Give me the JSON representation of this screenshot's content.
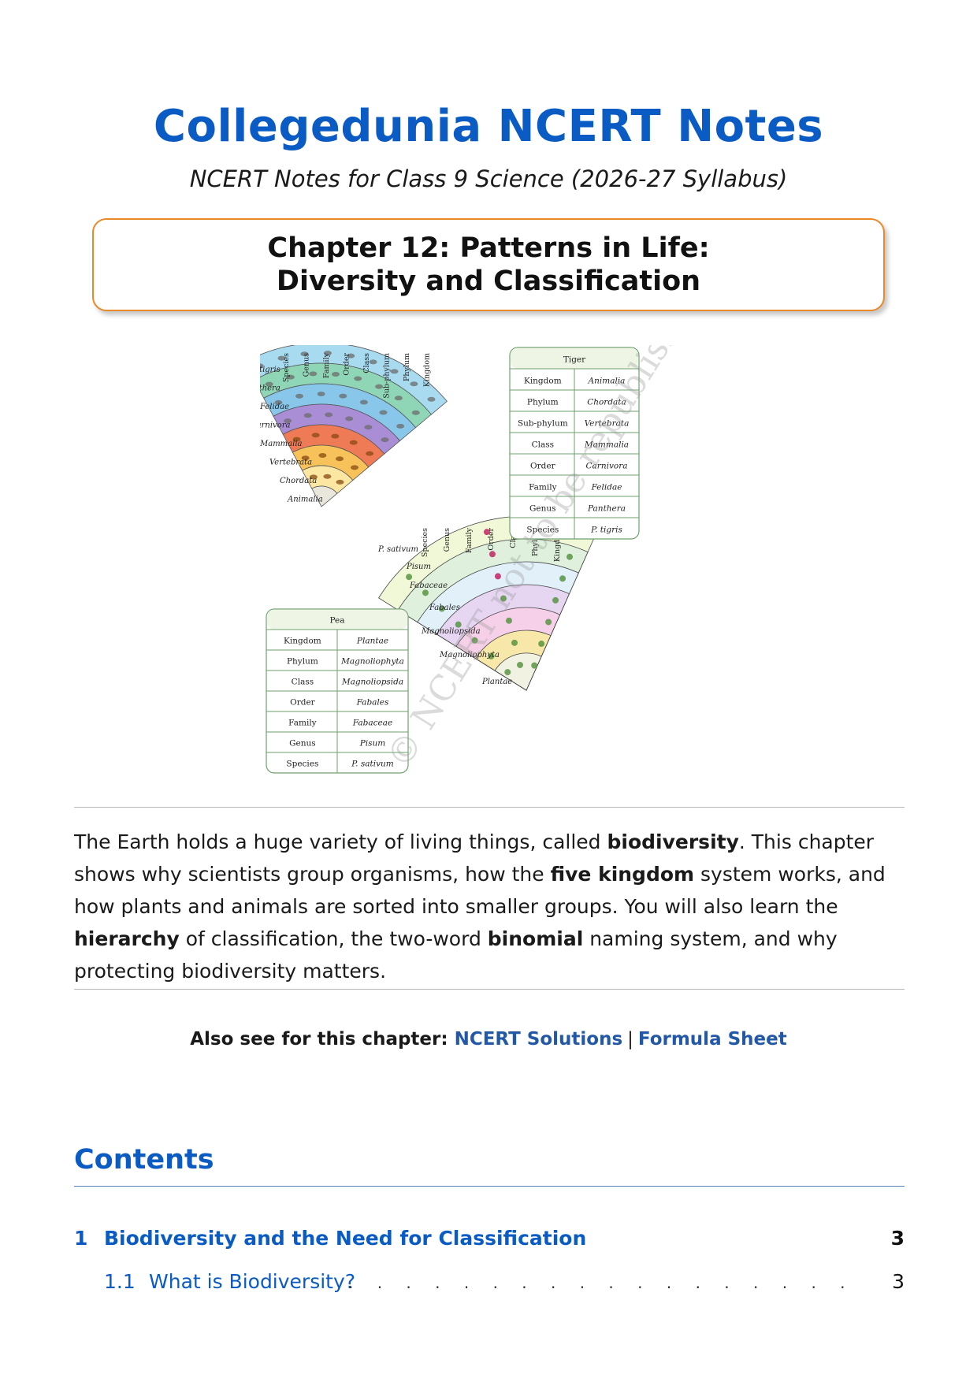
{
  "header": {
    "title": "Collegedunia NCERT Notes",
    "subtitle": "NCERT Notes for Class 9 Science (2026-27 Syllabus)"
  },
  "chapter": {
    "line1": "Chapter 12: Patterns in Life:",
    "line2": "Diversity and Classification"
  },
  "figure": {
    "tiger_table": {
      "title": "Tiger",
      "rows": [
        [
          "Kingdom",
          "Animalia"
        ],
        [
          "Phylum",
          "Chordata"
        ],
        [
          "Sub-phylum",
          "Vertebrata"
        ],
        [
          "Class",
          "Mammalia"
        ],
        [
          "Order",
          "Carnivora"
        ],
        [
          "Family",
          "Felidae"
        ],
        [
          "Genus",
          "Panthera"
        ],
        [
          "Species",
          "P. tigris"
        ]
      ]
    },
    "pea_table": {
      "title": "Pea",
      "rows": [
        [
          "Kingdom",
          "Plantae"
        ],
        [
          "Phylum",
          "Magnoliophyta"
        ],
        [
          "Class",
          "Magnoliopsida"
        ],
        [
          "Order",
          "Fabales"
        ],
        [
          "Family",
          "Fabaceae"
        ],
        [
          "Genus",
          "Pisum"
        ],
        [
          "Species",
          "P. sativum"
        ]
      ]
    },
    "animal_fan_headers": [
      "Species",
      "Genus",
      "Family",
      "Order",
      "Class",
      "Sub-phylum",
      "Phylum",
      "Kingdom"
    ],
    "animal_fan_labels": [
      "P. tigris",
      "Panthera",
      "Felidae",
      "Carnivora",
      "Mammalia",
      "Vertebrata",
      "Chordata",
      "Animalia"
    ],
    "plant_fan_headers": [
      "Species",
      "Genus",
      "Family",
      "Order",
      "Class",
      "Phylum",
      "Kingdom"
    ],
    "plant_fan_labels": [
      "P. sativum",
      "Pisum",
      "Fabaceae",
      "Fabales",
      "Magnoliopsida",
      "Magnoliophyta",
      "Plantae"
    ],
    "watermark": "© NCERT not to be republished",
    "animal_colors": [
      "#e9e6dc",
      "#fbe7a2",
      "#f7c25a",
      "#ee7b56",
      "#a98ed6",
      "#88c7ea",
      "#8fd6b7",
      "#a9dbf0"
    ],
    "plant_colors": [
      "#f2f2e3",
      "#f7e8a9",
      "#f6d0e8",
      "#e7d6f2",
      "#e1f0f9",
      "#dff1dc",
      "#f1f8d8"
    ]
  },
  "intro": {
    "p1": "The Earth holds a huge variety of living things, called ",
    "b1": "biodiversity",
    "p2": ". This chapter shows why scientists group organisms, how the ",
    "b2": "five kingdom",
    "p3": " system works, and how plants and animals are sorted into smaller groups. You will also learn the ",
    "b3": "hierarchy",
    "p4": " of classification, the two-word ",
    "b4": "binomial",
    "p5": " naming system, and why protecting biodiversity matters."
  },
  "also_see": {
    "label": "Also see for this chapter:",
    "link1": "NCERT Solutions",
    "separator": "|",
    "link2": "Formula Sheet"
  },
  "contents": {
    "heading": "Contents",
    "items": [
      {
        "num": "1",
        "title": "Biodiversity and the Need for Classification",
        "page": "3"
      },
      {
        "num": "1.1",
        "title": "What is Biodiversity?",
        "page": "3"
      }
    ],
    "dots": ". . . . . . . . . . . . . . . . . . . . . . . . . . . . . . . . . . . . . . . . ."
  },
  "colors": {
    "title_blue": "#0a5bc4",
    "box_orange": "#e98a2a",
    "link_blue": "#2358a6"
  }
}
